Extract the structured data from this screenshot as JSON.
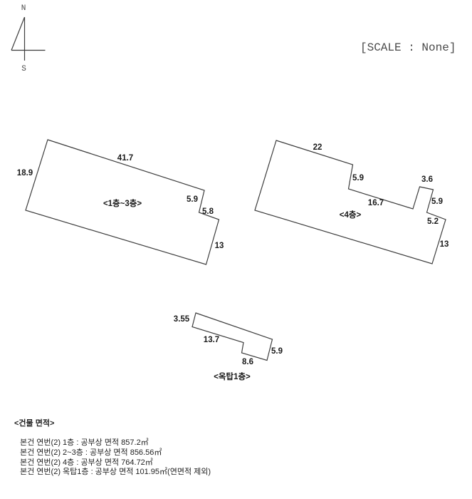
{
  "compass": {
    "north_label": "N",
    "south_label": "S"
  },
  "scale": {
    "label": "[SCALE : None]"
  },
  "buildings": {
    "floors_1_3": {
      "name": "<1층~3층>",
      "dim_top": "41.7",
      "dim_left": "18.9",
      "dim_notch_upper": "5.9",
      "dim_notch_lower": "5.8",
      "dim_right": "13"
    },
    "floor_4": {
      "name": "<4층>",
      "dim_top": "22",
      "dim_step_right": "5.9",
      "dim_middle": "16.7",
      "dim_tab_top": "3.6",
      "dim_tab_right": "5.9",
      "dim_upper_right": "5.2",
      "dim_right": "13"
    },
    "rooftop_1": {
      "name": "<옥탑1층>",
      "dim_left": "3.55",
      "dim_middle": "13.7",
      "dim_bottom": "8.6",
      "dim_right": "5.9"
    }
  },
  "building_area": {
    "title": "<건물 면적>",
    "lines": [
      "본건 연번(2) 1층 : 공부상 면적 857.2㎡",
      "본건 연번(2) 2~3층 : 공부상 면적 856.56㎡",
      "본건 연번(2) 4층 : 공부상 면적 764.72㎡",
      "본건 연번(2) 옥탑1층 : 공부상 면적 101.95㎡(연면적 제외)"
    ]
  },
  "colors": {
    "outline": "#3d3d3d",
    "label_text": "#1a1a1a",
    "secondary_text": "#4a4a4a",
    "background": "#ffffff"
  }
}
